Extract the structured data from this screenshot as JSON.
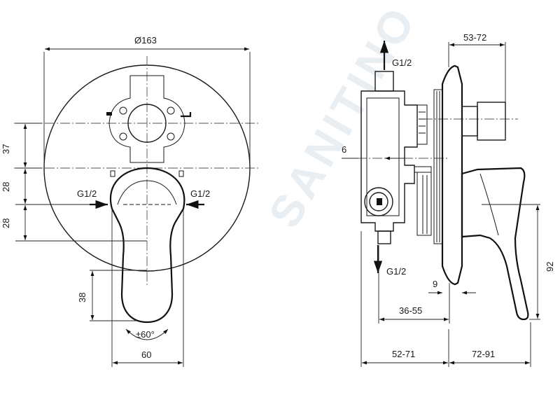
{
  "watermark": "SANITINO",
  "front_view": {
    "diameter": "Ø163",
    "port_left": "G1/2",
    "port_right": "G1/2",
    "dim_37": "37",
    "dim_28_upper": "28",
    "dim_28_lower": "28",
    "dim_38": "38",
    "rotation": "±60°",
    "dim_60": "60"
  },
  "side_view": {
    "port_top": "G1/2",
    "port_bottom": "G1/2",
    "dim_53_72": "53-72",
    "dim_6": "6",
    "dim_9": "9",
    "dim_36_55": "36-55",
    "dim_92": "92",
    "dim_52_71": "52-71",
    "dim_72_91": "72-91"
  }
}
